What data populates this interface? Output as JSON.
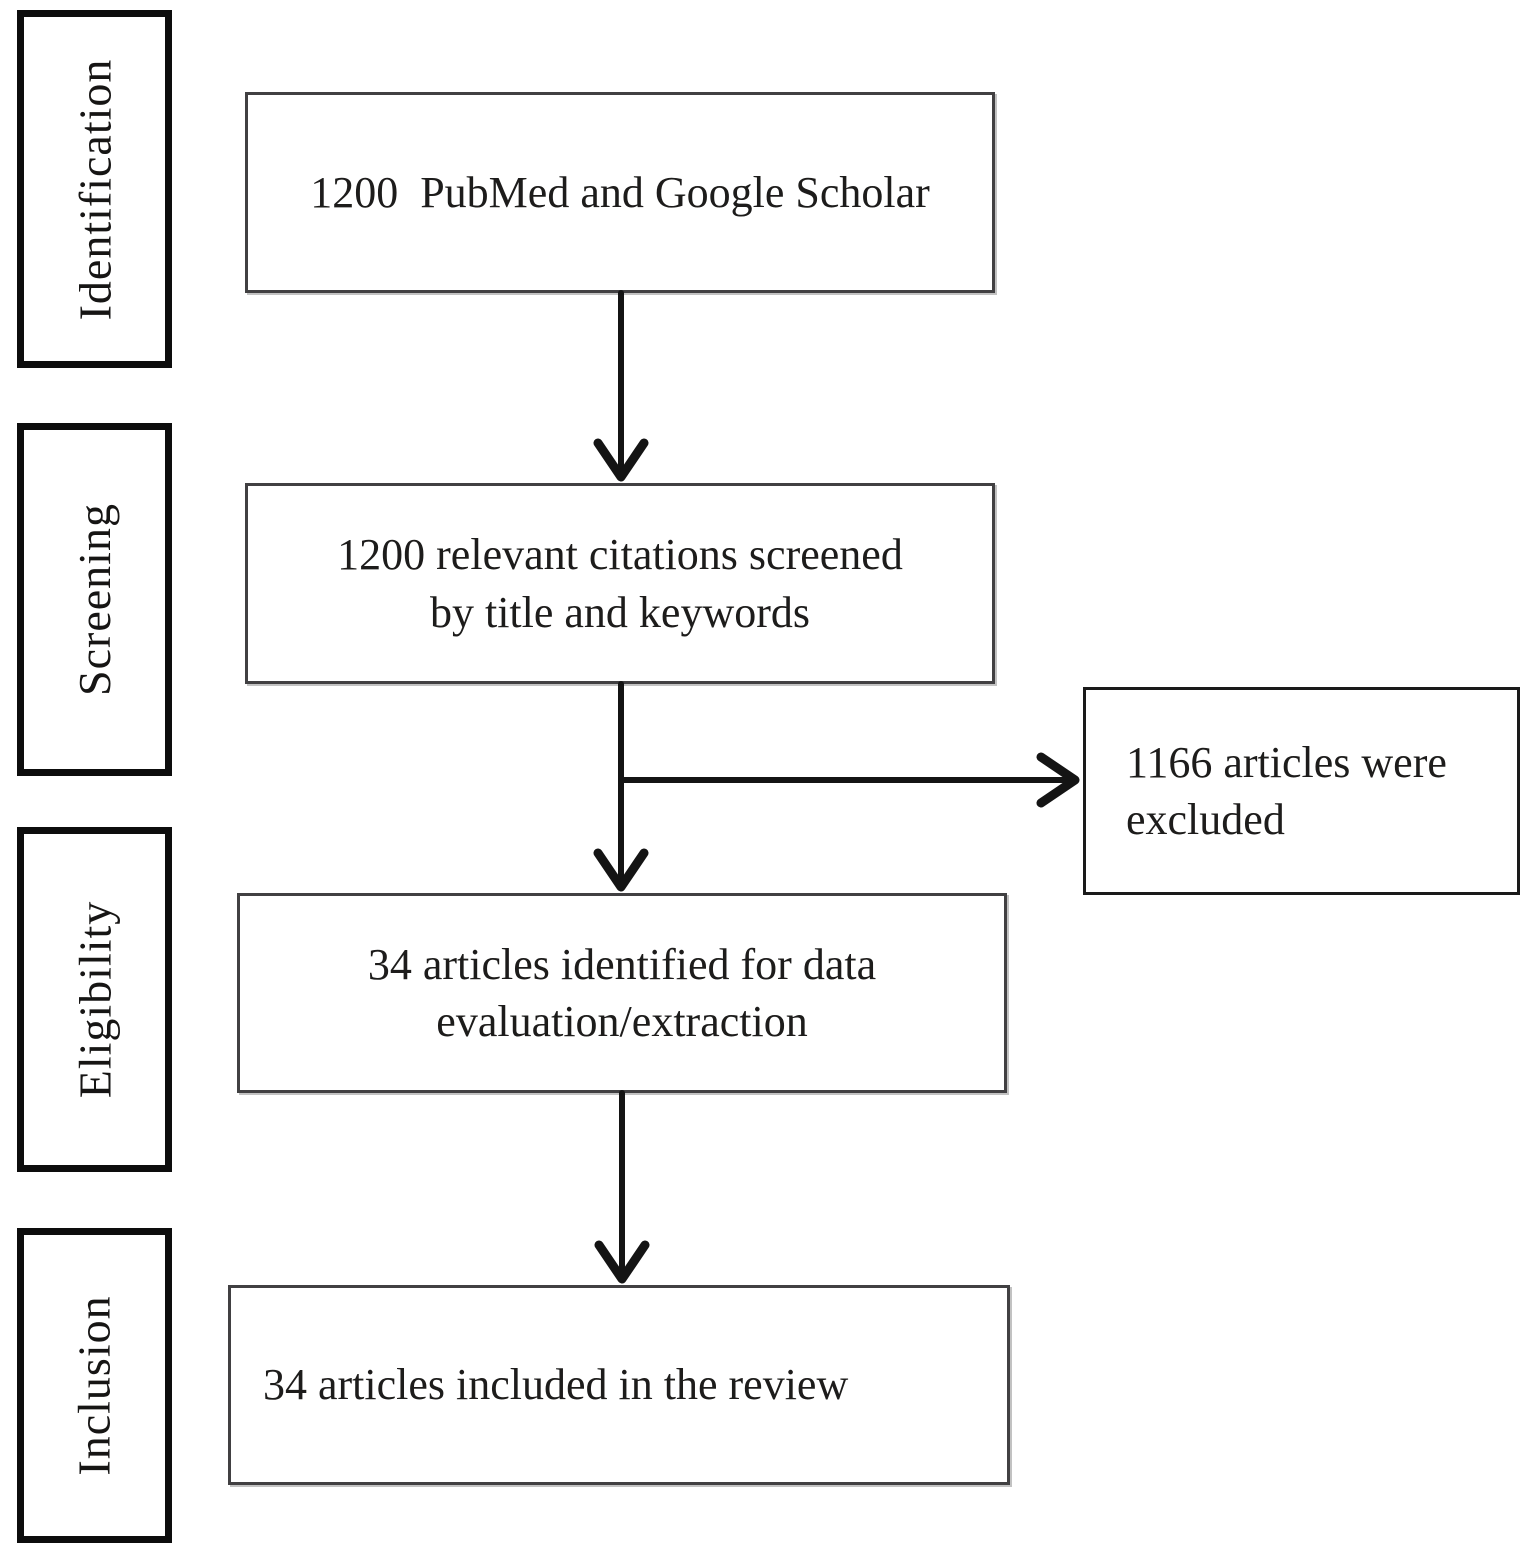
{
  "figure": {
    "type": "prisma-flow-diagram",
    "colors": {
      "stage_border": "#0d0d0d",
      "node_border": "#414042",
      "side_box_border": "#1a1a1a",
      "arrow": "#141414",
      "text": "#1d1c1b",
      "background": "#ffffff"
    },
    "stages": [
      {
        "label": "Identification"
      },
      {
        "label": "Screening"
      },
      {
        "label": "Eligibility"
      },
      {
        "label": "Inclusion"
      }
    ],
    "flow": [
      {
        "id": "records-identified",
        "lines": [
          "1200  PubMed and Google Scholar"
        ]
      },
      {
        "id": "records-screened",
        "lines": [
          "1200 relevant citations screened",
          "by title and keywords"
        ]
      },
      {
        "id": "articles-eligible",
        "lines": [
          "34 articles identified for data",
          "evaluation/extraction"
        ]
      },
      {
        "id": "articles-included",
        "lines": [
          "34 articles included in the review"
        ]
      }
    ],
    "excluded": {
      "id": "articles-excluded",
      "lines": [
        "1166 articles were",
        "excluded"
      ]
    }
  }
}
